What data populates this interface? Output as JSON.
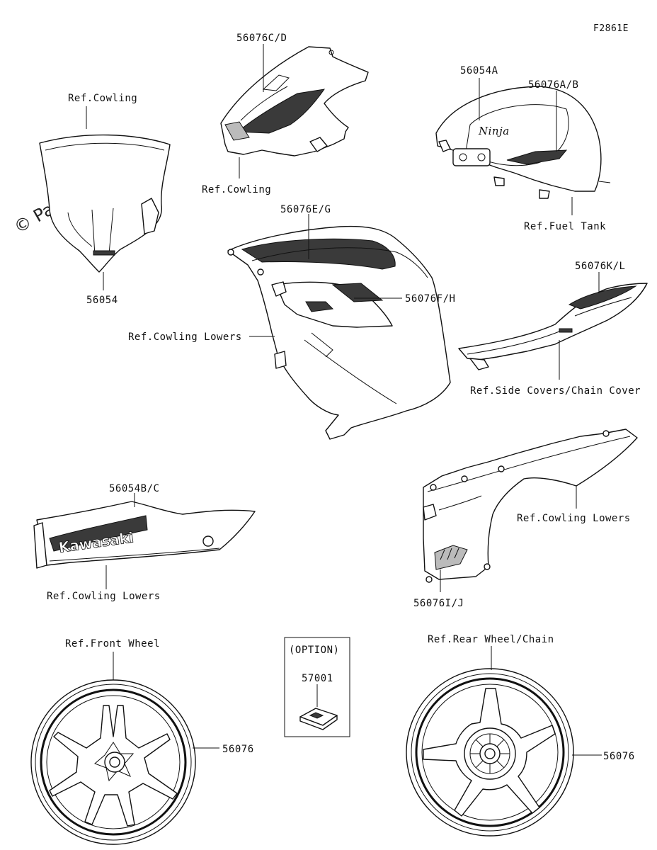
{
  "figure_code": "F2861E",
  "watermark": "© Partzilla.com",
  "kawasaki_text": "Kawasaki",
  "option_box": {
    "header": "(OPTION)",
    "part": "57001"
  },
  "labels": {
    "windshield_ref": "Ref.Cowling",
    "windshield_part": "56054",
    "upper_cowl_part": "56076C/D",
    "upper_cowl_ref": "Ref.Cowling",
    "tank_part_a": "56054A",
    "tank_part_b": "56076A/B",
    "tank_ref": "Ref.Fuel Tank",
    "side_part_top": "56076E/G",
    "side_part_mid": "56076F/H",
    "side_ref": "Ref.Cowling Lowers",
    "tail_part": "56076K/L",
    "tail_ref": "Ref.Side Covers/Chain Cover",
    "belly_part": "56054B/C",
    "belly_ref": "Ref.Cowling Lowers",
    "lower_right_ref": "Ref.Cowling Lowers",
    "lower_right_part": "56076I/J",
    "front_wheel_ref": "Ref.Front Wheel",
    "front_wheel_part": "56076",
    "rear_wheel_ref": "Ref.Rear Wheel/Chain",
    "rear_wheel_part": "56076"
  }
}
